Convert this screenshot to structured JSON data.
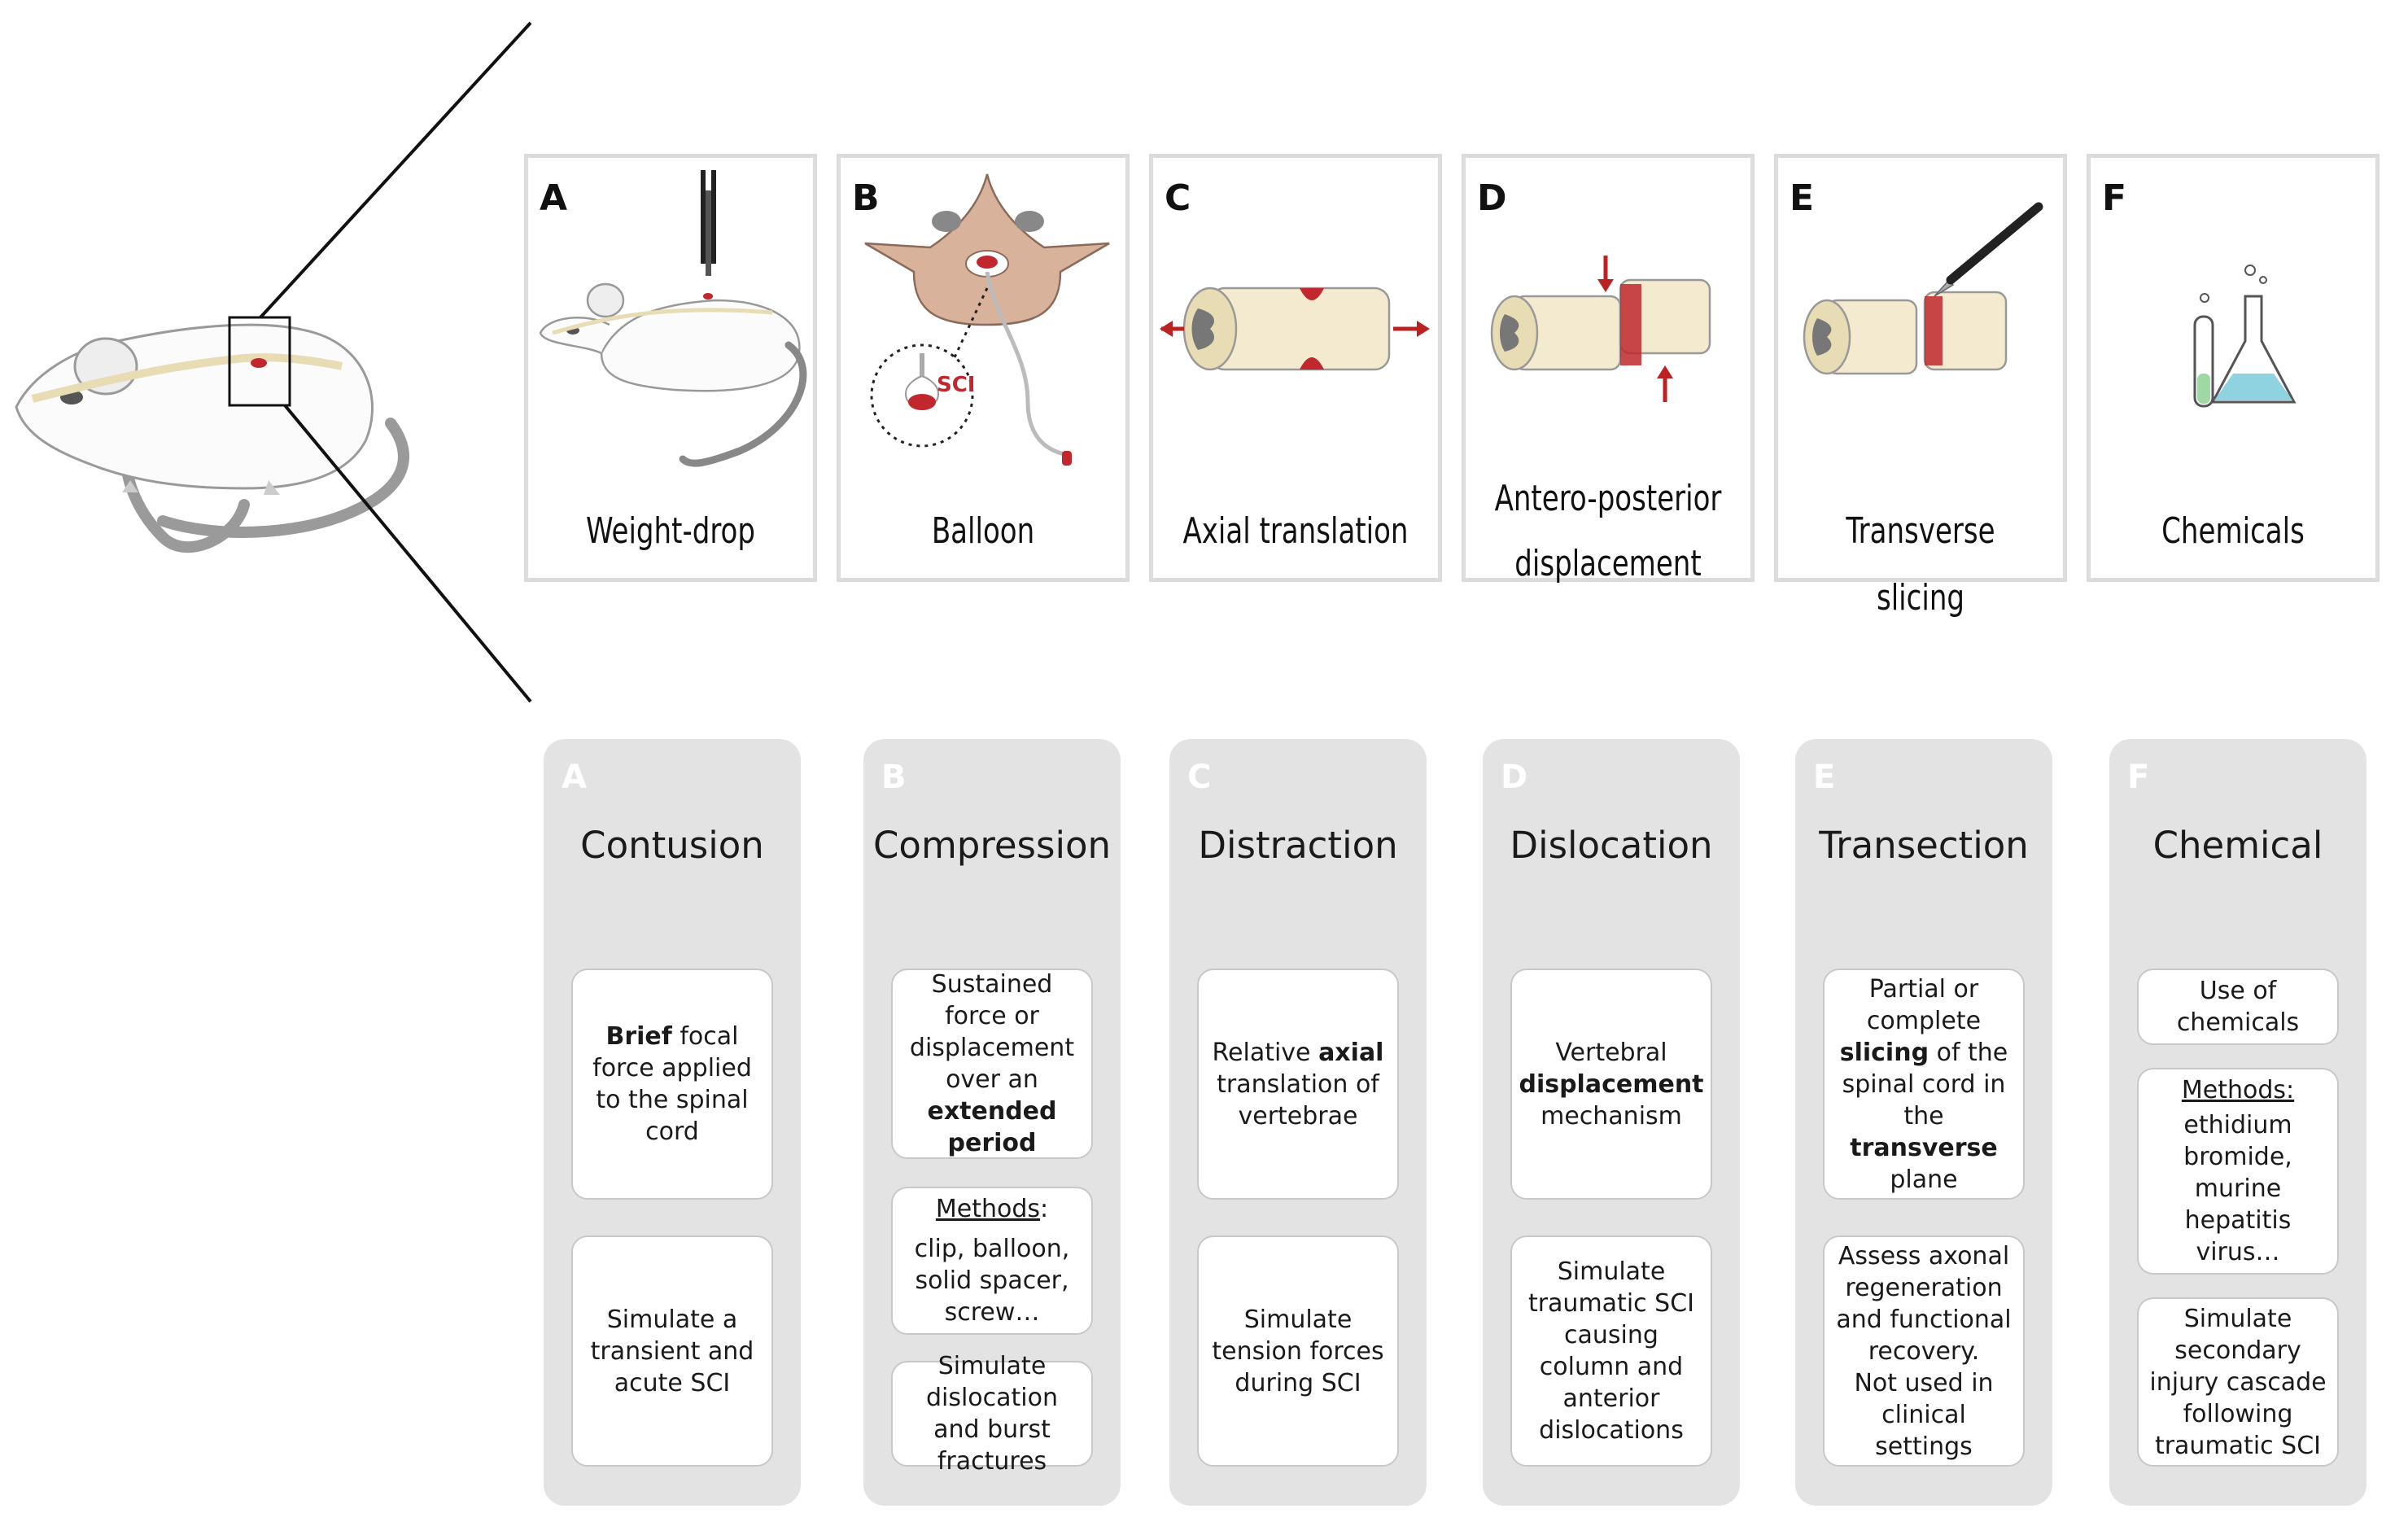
{
  "colors": {
    "card_border": "#dcdcdc",
    "panel_bg": "#e3e3e3",
    "injury_red": "#c0282d",
    "cord_cream": "#f3ead0"
  },
  "cards": [
    {
      "letter": "A",
      "label": "Weight-drop",
      "icon": "weight-drop-rat-icon"
    },
    {
      "letter": "B",
      "label": "Balloon",
      "icon": "balloon-vertebra-icon"
    },
    {
      "letter": "C",
      "label": "Axial translation",
      "icon": "axial-translation-cord-icon"
    },
    {
      "letter": "D",
      "label_line1": "Antero-posterior",
      "label_line2": "displacement",
      "icon": "displacement-cord-icon"
    },
    {
      "letter": "E",
      "label": "Transverse slicing",
      "icon": "scalpel-cord-icon"
    },
    {
      "letter": "F",
      "label": "Chemicals",
      "icon": "flask-tube-icon"
    }
  ],
  "balloon_tag": "SCI",
  "panels": [
    {
      "letter": "A",
      "title": "Contusion",
      "box1": {
        "b1": "Brief",
        "t1": " focal force applied to the spinal cord"
      },
      "box2": "Simulate a transient and acute SCI"
    },
    {
      "letter": "B",
      "title": "Compression",
      "box1": {
        "t1": "Sustained force or displacement over an ",
        "b1": "extended period"
      },
      "box2": {
        "u1": "Methods",
        "t1": ":",
        "t2": "clip, balloon, solid spacer, screw…"
      },
      "box3": "Simulate dislocation and burst fractures"
    },
    {
      "letter": "C",
      "title": "Distraction",
      "box1": {
        "t1": "Relative ",
        "b1": "axial",
        "t2": " translation of vertebrae"
      },
      "box2": "Simulate tension forces during SCI"
    },
    {
      "letter": "D",
      "title": "Dislocation",
      "box1": {
        "t1": "Vertebral ",
        "b1": "displacement",
        "t2": " mechanism"
      },
      "box2": "Simulate traumatic SCI causing column and anterior dislocations"
    },
    {
      "letter": "E",
      "title": "Transection",
      "box1": {
        "t1": "Partial or complete ",
        "b1": "slicing",
        "t2": " of the spinal cord in the ",
        "b2": "transverse",
        "t3": " plane"
      },
      "box2": {
        "t1": "Assess axonal regeneration and functional recovery.",
        "t2": "Not used in clinical settings"
      }
    },
    {
      "letter": "F",
      "title": "Chemical",
      "box1": "Use of chemicals",
      "box2": {
        "u1": "Methods:",
        "t1": "ethidium bromide, murine hepatitis virus…"
      },
      "box3": "Simulate secondary injury cascade following traumatic SCI"
    }
  ]
}
